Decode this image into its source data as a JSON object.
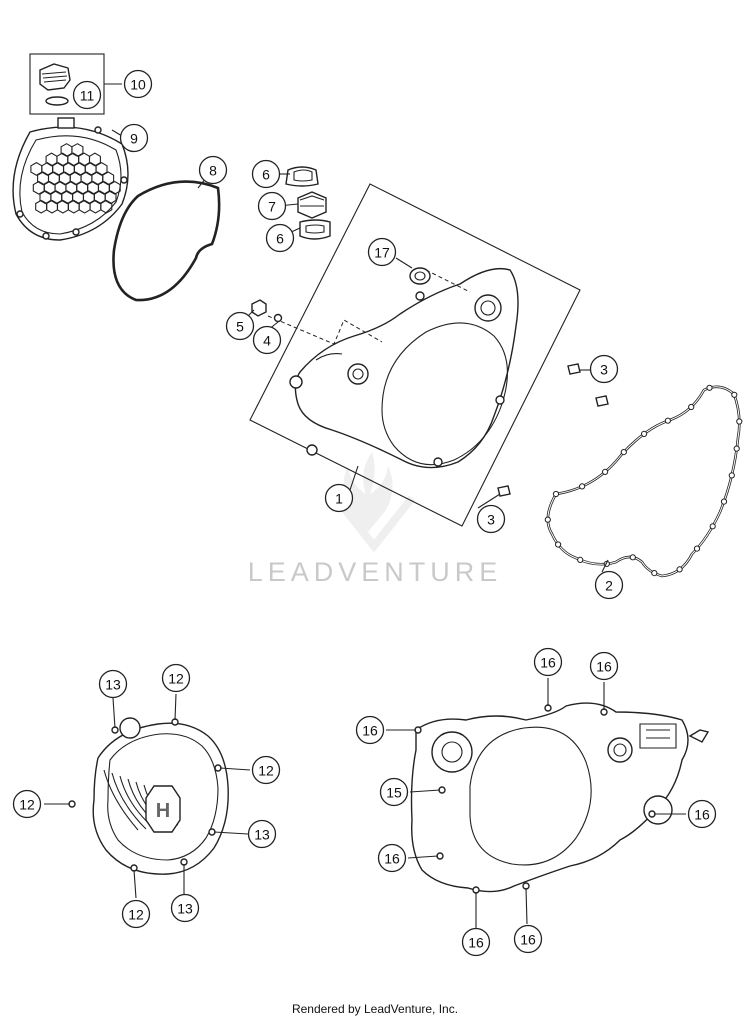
{
  "watermark": {
    "brand": "LEADVENTURE"
  },
  "cover_logo": {
    "letter": "H"
  },
  "footer": {
    "credit": "Rendered by LeadVenture, Inc."
  },
  "callouts": [
    {
      "id": "c-10",
      "label": "10"
    },
    {
      "id": "c-11",
      "label": "11"
    },
    {
      "id": "c-9",
      "label": "9"
    },
    {
      "id": "c-8",
      "label": "8"
    },
    {
      "id": "c-6a",
      "label": "6"
    },
    {
      "id": "c-7",
      "label": "7"
    },
    {
      "id": "c-6b",
      "label": "6"
    },
    {
      "id": "c-17",
      "label": "17"
    },
    {
      "id": "c-5",
      "label": "5"
    },
    {
      "id": "c-4",
      "label": "4"
    },
    {
      "id": "c-3a",
      "label": "3"
    },
    {
      "id": "c-1",
      "label": "1"
    },
    {
      "id": "c-3b",
      "label": "3"
    },
    {
      "id": "c-2",
      "label": "2"
    },
    {
      "id": "c-13a",
      "label": "13"
    },
    {
      "id": "c-12a",
      "label": "12"
    },
    {
      "id": "c-12b",
      "label": "12"
    },
    {
      "id": "c-12c",
      "label": "12"
    },
    {
      "id": "c-13b",
      "label": "13"
    },
    {
      "id": "c-12d",
      "label": "12"
    },
    {
      "id": "c-13c",
      "label": "13"
    },
    {
      "id": "c-16a",
      "label": "16"
    },
    {
      "id": "c-16b",
      "label": "16"
    },
    {
      "id": "c-16c",
      "label": "16"
    },
    {
      "id": "c-15",
      "label": "15"
    },
    {
      "id": "c-16d",
      "label": "16"
    },
    {
      "id": "c-16e",
      "label": "16"
    },
    {
      "id": "c-16f",
      "label": "16"
    },
    {
      "id": "c-16g",
      "label": "16"
    }
  ]
}
